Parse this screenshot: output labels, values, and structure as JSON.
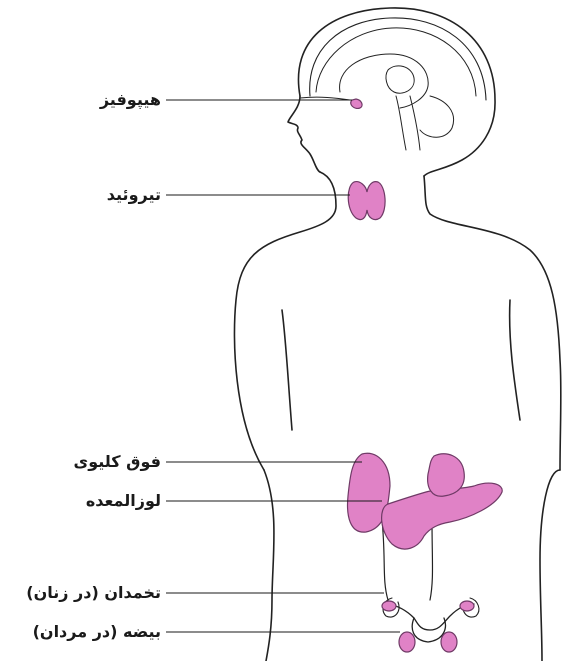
{
  "diagram": {
    "gland_color": "#e082c6",
    "gland_stroke": "#6f3a66",
    "outline_color": "#222222",
    "labels": {
      "pituitary": "هیپوفیز",
      "thyroid": "تیروئید",
      "adrenal": "فوق کلیوی",
      "pancreas": "لوزالمعده",
      "ovary": "تخمدان (در زنان)",
      "testis": "بیضه (در مردان)"
    }
  }
}
